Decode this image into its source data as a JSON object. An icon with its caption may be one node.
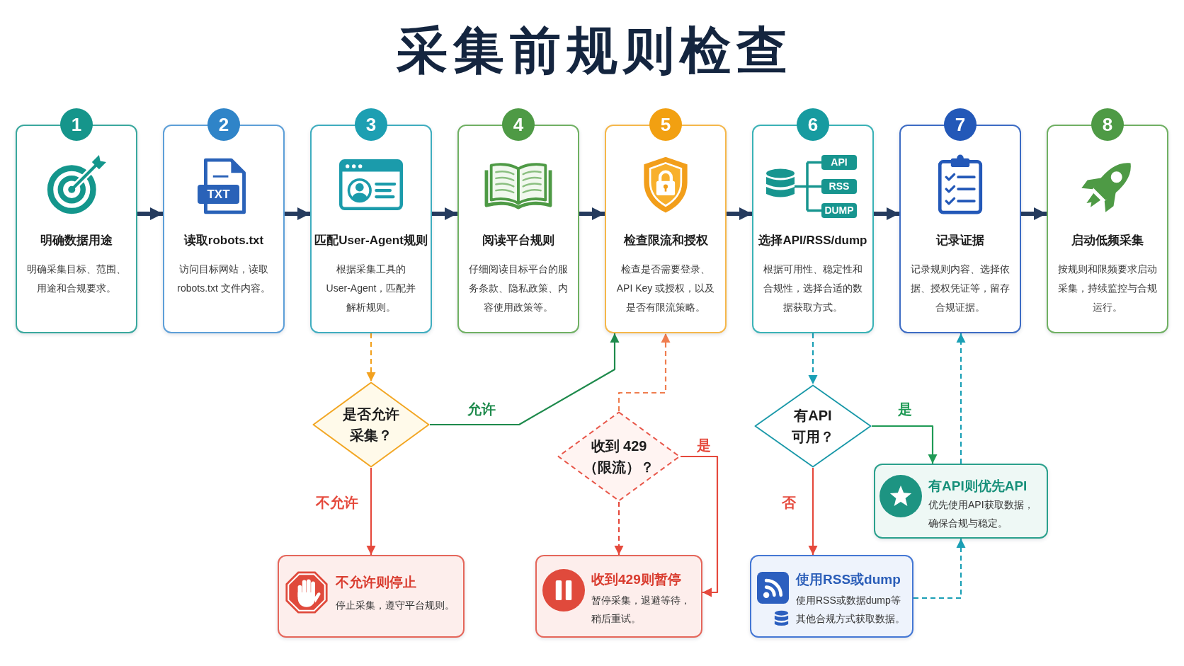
{
  "diagram": {
    "title": "采集前规则检查",
    "nodes": [
      {
        "text": [
          "1",
          "明确数据用途",
          "明确采集目标、范围、用途和合规要求。"
        ]
      },
      {
        "text": [
          "2",
          "读取robots.txt",
          "访问目标网站，读取robots.txt 文件内容。"
        ]
      },
      {
        "text": [
          "3",
          "匹配User-Agent规则",
          "根据采集工具的User-Agent，匹配并解析规则。"
        ]
      },
      {
        "text": [
          "4",
          "阅读平台规则",
          "仔细阅读目标平台的服务条款、隐私政策、内容使用政策等。"
        ]
      },
      {
        "text": [
          "5",
          "检查限流和授权",
          "检查是否需要登录、API Key 或授权，以及是否有限流策略。"
        ]
      },
      {
        "text": [
          "6",
          "选择API/RSS/dump",
          "根据可用性、稳定性和合规性，选择合适的数据获取方式。"
        ]
      },
      {
        "text": [
          "7",
          "记录证据",
          "记录规则内容、选择依据、授权凭证等，留存合规证据。"
        ]
      },
      {
        "text": [
          "8",
          "启动低频采集",
          "按规则和限频要求启动采集，持续监控与合规运行。"
        ]
      },
      {
        "text": [
          "是否允许采集？"
        ]
      },
      {
        "text": [
          "收到 429（限流）？"
        ]
      },
      {
        "text": [
          "有API可用？"
        ]
      },
      {
        "text": [
          "有API则优先API",
          "优先使用API获取数据，确保合规与稳定。"
        ]
      },
      {
        "text": [
          "不允许则停止",
          "停止采集，遵守平台规则。"
        ]
      },
      {
        "text": [
          "收到429则暂停",
          "暂停采集，退避等待，稍后重试。"
        ]
      },
      {
        "text": [
          "使用RSS或dump",
          "使用RSS或数据dump等其他合规方式获取数据。"
        ]
      }
    ],
    "edges": [
      {
        "from": 0,
        "to": 1,
        "arrow": "to",
        "style": "thick"
      },
      {
        "from": 1,
        "to": 2,
        "arrow": "to",
        "style": "thick"
      },
      {
        "from": 2,
        "to": 3,
        "arrow": "to",
        "style": "thick"
      },
      {
        "from": 3,
        "to": 4,
        "arrow": "to",
        "style": "thick"
      },
      {
        "from": 4,
        "to": 5,
        "arrow": "to",
        "style": "thick"
      },
      {
        "from": 5,
        "to": 6,
        "arrow": "to",
        "style": "thick"
      },
      {
        "from": 6,
        "to": 7,
        "arrow": "to",
        "style": "thick"
      },
      {
        "from": 2,
        "to": 8,
        "arrow": "to",
        "style": "dashed",
        "color": "#f2a11f"
      },
      {
        "from": 8,
        "to": 4,
        "arrow": "to",
        "label": "允许",
        "color": "#1e8a4c"
      },
      {
        "from": 8,
        "to": 12,
        "arrow": "to",
        "label": "不允许",
        "color": "#e5493c"
      },
      {
        "from": 9,
        "to": 4,
        "arrow": "to",
        "style": "dashed",
        "color": "#ef7d4f"
      },
      {
        "from": 9,
        "to": 13,
        "arrow": "to",
        "style": "dashed",
        "color": "#e5493c"
      },
      {
        "from": 9,
        "to": 13,
        "arrow": "to",
        "label": "是",
        "color": "#e5493c"
      },
      {
        "from": 5,
        "to": 10,
        "arrow": "to",
        "style": "dashed",
        "color": "#1a9fb5"
      },
      {
        "from": 10,
        "to": 11,
        "arrow": "to",
        "label": "是",
        "color": "#1f9a55"
      },
      {
        "from": 10,
        "to": 14,
        "arrow": "to",
        "label": "否",
        "color": "#e5493c"
      },
      {
        "from": 11,
        "to": 6,
        "arrow": "to",
        "style": "dashed",
        "color": "#1a9fb5"
      },
      {
        "from": 14,
        "to": 11,
        "arrow": "to",
        "style": "dashed",
        "color": "#1a9fb5"
      }
    ],
    "labels": [
      "TXT",
      "API",
      "RSS",
      "DUMP"
    ]
  }
}
